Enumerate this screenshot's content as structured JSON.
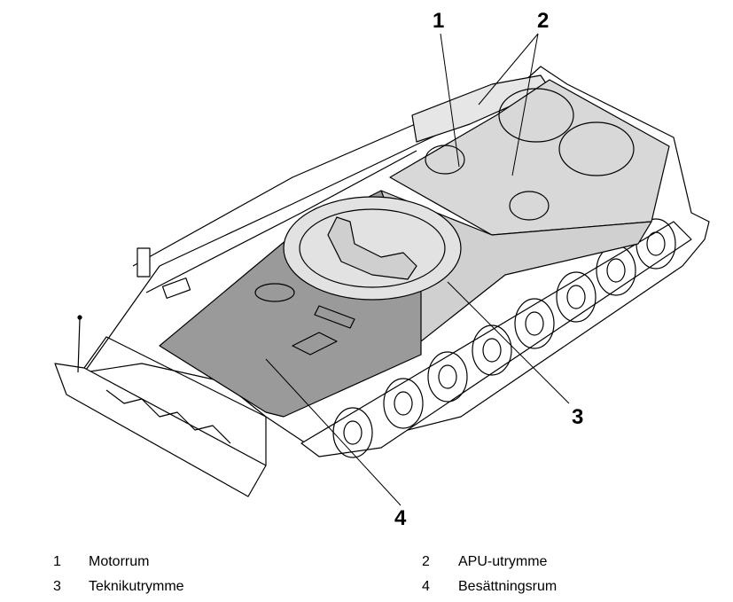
{
  "callouts": [
    {
      "number": "1"
    },
    {
      "number": "2"
    },
    {
      "number": "3"
    },
    {
      "number": "4"
    }
  ],
  "legend": [
    {
      "number": "1",
      "label": "Motorrum"
    },
    {
      "number": "2",
      "label": "APU-utrymme"
    },
    {
      "number": "3",
      "label": "Teknikutrymme"
    },
    {
      "number": "4",
      "label": "Besättningsrum"
    }
  ],
  "colors": {
    "line": "#000000",
    "highlight": "#d8d8d8",
    "crew_shade": "#9a9a9a",
    "background": "#ffffff"
  }
}
